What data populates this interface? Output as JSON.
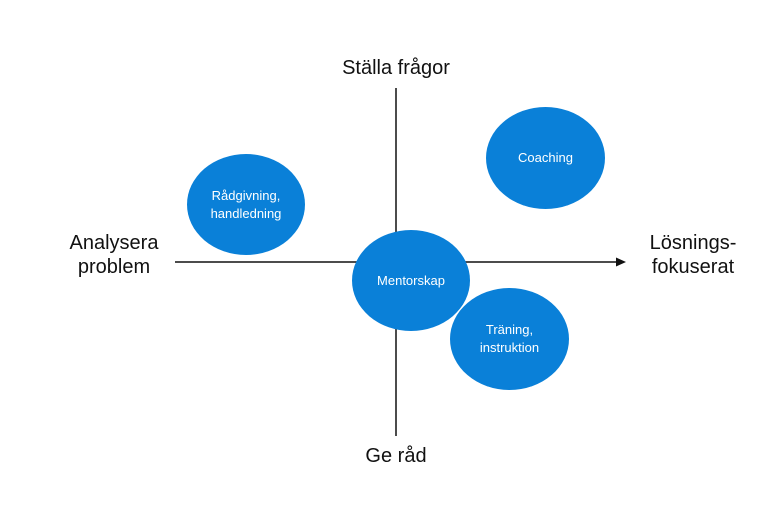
{
  "axes": {
    "top": "Ställa frågor",
    "bottom": "Ge råd",
    "left": [
      "Analysera",
      "problem"
    ],
    "right": [
      "Lösnings-",
      "fokuserat"
    ]
  },
  "bubbles": {
    "radgivning": [
      "Rådgivning,",
      "handledning"
    ],
    "coaching": "Coaching",
    "mentorskap": "Mentorskap",
    "traning": [
      "Träning,",
      "instruktion"
    ]
  },
  "colors": {
    "bubble": "#0a80d8",
    "axis": "#111111"
  }
}
